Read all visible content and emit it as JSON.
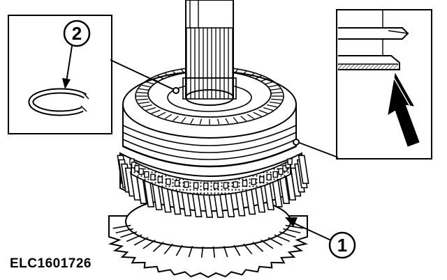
{
  "figure": {
    "code": "ELC1601726",
    "callouts": [
      {
        "id": "1",
        "label": "1"
      },
      {
        "id": "2",
        "label": "2"
      }
    ],
    "ink_color": "#000000",
    "background_color": "#ffffff"
  }
}
